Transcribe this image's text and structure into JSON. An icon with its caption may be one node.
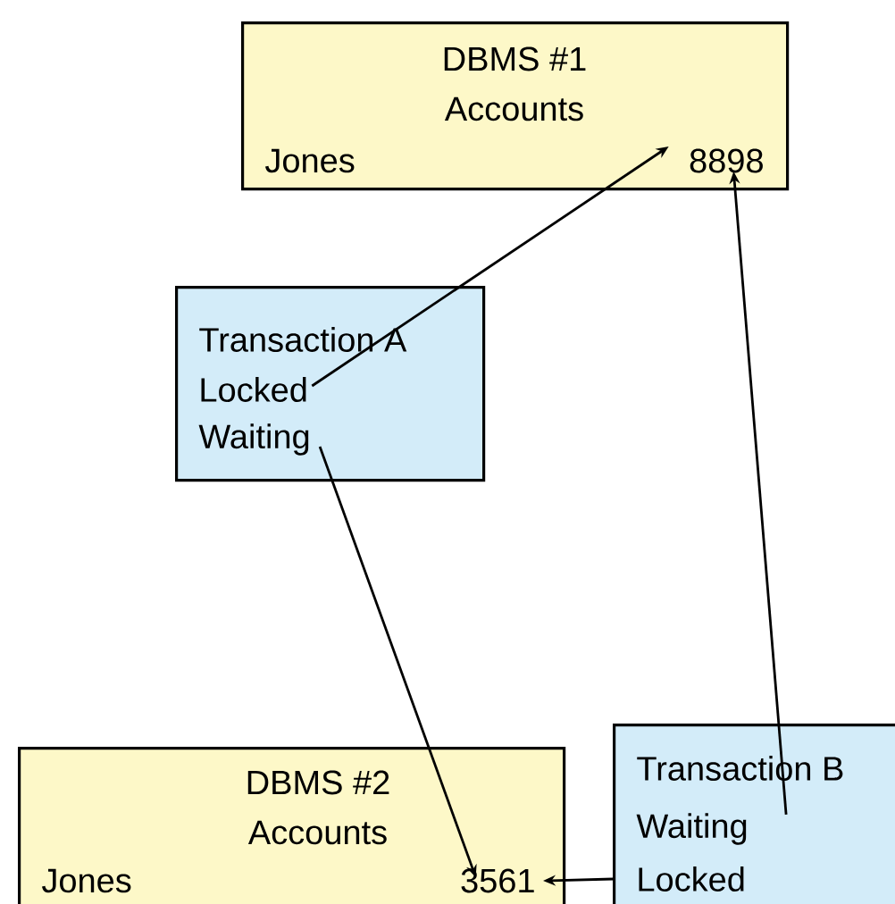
{
  "diagram": {
    "nodes": [
      {
        "text": [
          "DBMS #1",
          "Accounts",
          "Jones",
          "8898"
        ]
      },
      {
        "text": [
          "Transaction A",
          "Locked",
          "Waiting"
        ]
      },
      {
        "text": [
          "DBMS #2",
          "Accounts",
          "Jones",
          "3561"
        ]
      },
      {
        "text": [
          "Transaction B",
          "Waiting",
          "Locked"
        ]
      }
    ],
    "edges": [
      {
        "from": 1,
        "to": 0,
        "arrow": "to"
      },
      {
        "from": 1,
        "to": 2,
        "arrow": "to"
      },
      {
        "from": 3,
        "to": 2,
        "arrow": "to"
      },
      {
        "from": 3,
        "to": 0,
        "arrow": "to"
      }
    ]
  }
}
